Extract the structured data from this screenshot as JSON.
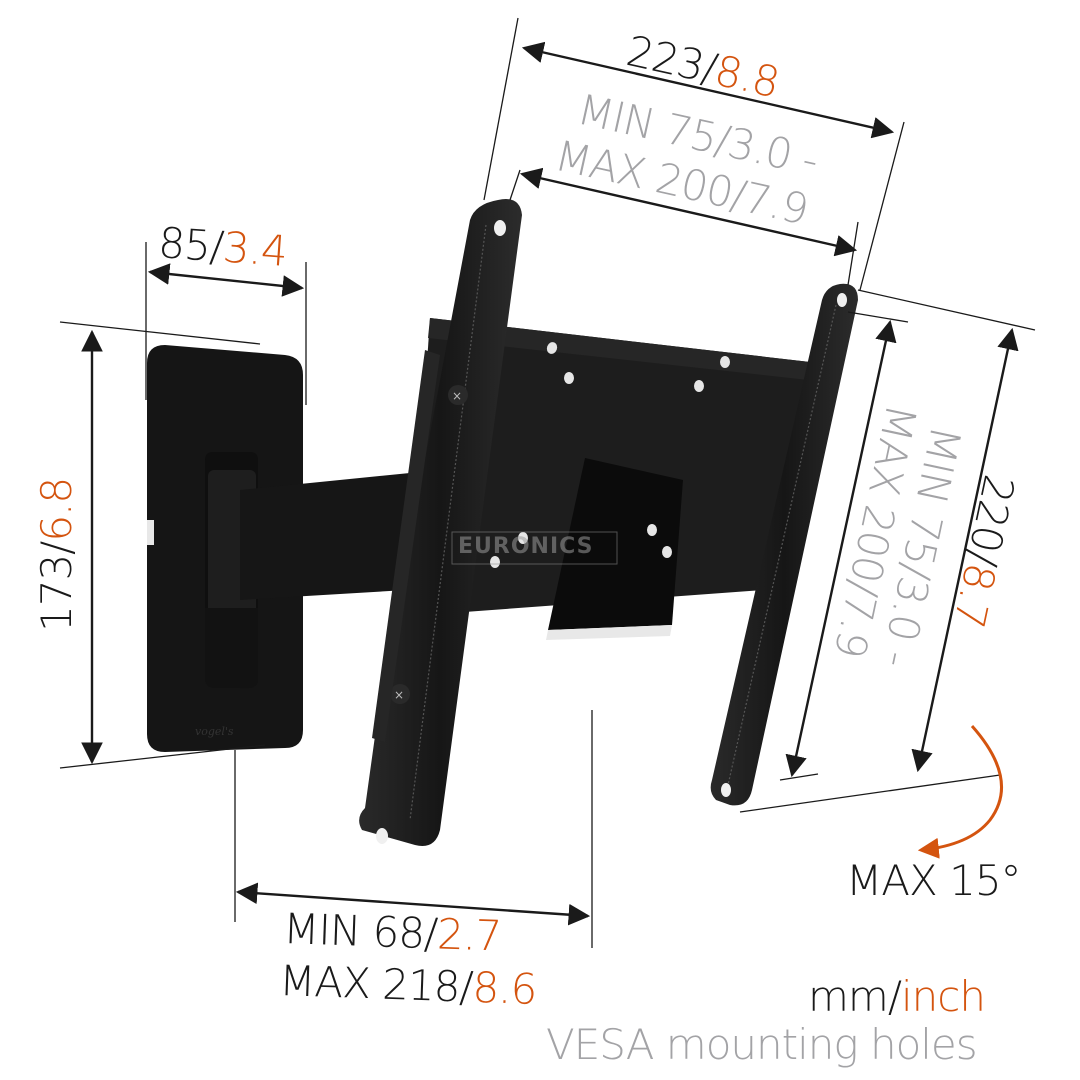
{
  "colors": {
    "text": "#1a1a1a",
    "accent_inch": "#d4540f",
    "secondary_gray": "#a3a3a6",
    "product_black": "#1c1c1c",
    "background": "#ffffff"
  },
  "dimensions": {
    "total_width": {
      "mm": "223",
      "sep": "/",
      "inch": "8.8"
    },
    "vesa_horizontal": {
      "line1": "MIN 75/3.0 -",
      "line2": "MAX 200/7.9"
    },
    "wall_plate_width": {
      "mm": "85",
      "sep": "/",
      "inch": "3.4"
    },
    "wall_plate_height": {
      "mm": "173",
      "sep": "/",
      "inch": "6.8"
    },
    "total_height": {
      "mm": "220",
      "sep": "/",
      "inch": "8.7"
    },
    "vesa_vertical": {
      "line1": "MIN 75/3.0 -",
      "line2": "MAX 200/7.9"
    },
    "wall_distance": {
      "min_label": "MIN 68",
      "min_sep": "/",
      "min_inch": "2.7",
      "max_label": "MAX 218",
      "max_sep": "/",
      "max_inch": "8.6"
    },
    "tilt": {
      "label": "MAX 15°"
    }
  },
  "legend": {
    "units_mm": "mm",
    "units_sep": "/",
    "units_inch": "inch",
    "vesa_note": "VESA mounting holes"
  },
  "watermark": {
    "text": "EURONICS"
  }
}
